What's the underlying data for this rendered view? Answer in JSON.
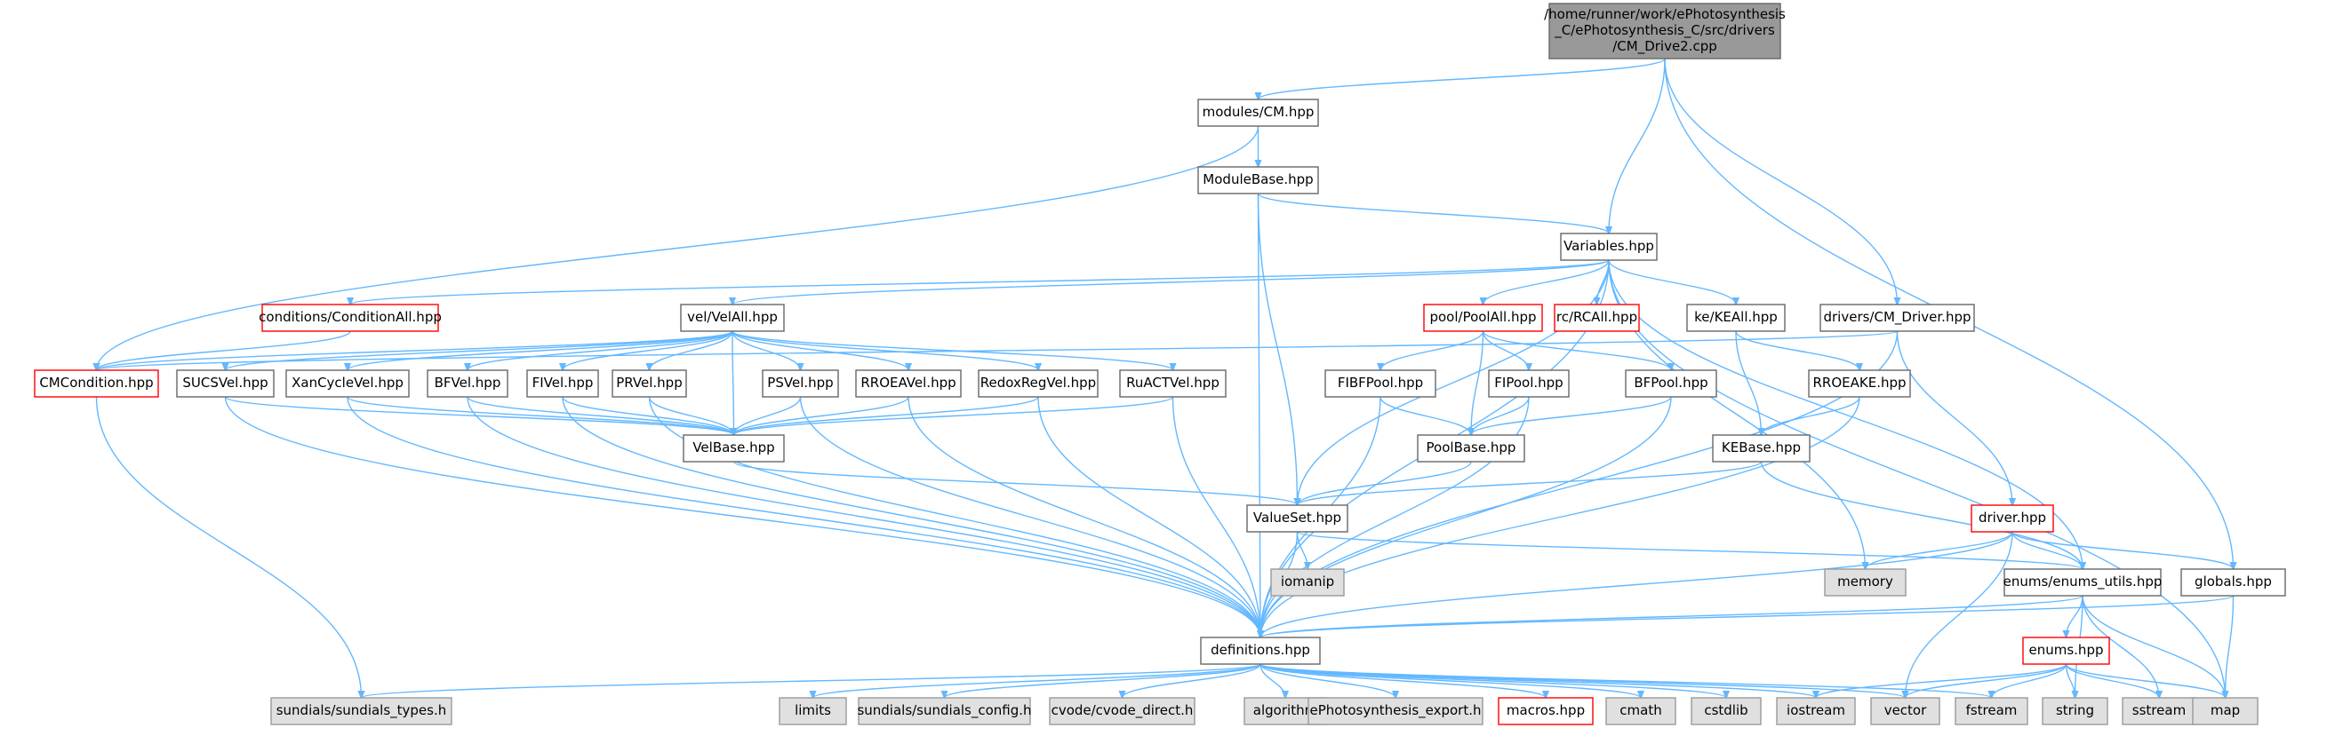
{
  "colors": {
    "edge": "#63b8ff",
    "root_fill": "#999999",
    "node_fill": "#ffffff",
    "node_border": "#666666",
    "missing_border": "#ff0000",
    "system_fill": "#e0e0e0",
    "system_border": "#999999"
  },
  "nodes": [
    {
      "id": "root",
      "lines": [
        "/home/runner/work/ePhotosynthesis",
        "_C/ePhotosynthesis_C/src/drivers",
        "/CM_Drive2.cpp"
      ],
      "kind": "root"
    },
    {
      "id": "modules_cm",
      "lines": [
        "modules/CM.hpp"
      ],
      "kind": "normal"
    },
    {
      "id": "modulebase",
      "lines": [
        "ModuleBase.hpp"
      ],
      "kind": "normal"
    },
    {
      "id": "variables",
      "lines": [
        "Variables.hpp"
      ],
      "kind": "normal"
    },
    {
      "id": "drivers_cm_driver",
      "lines": [
        "drivers/CM_Driver.hpp"
      ],
      "kind": "normal"
    },
    {
      "id": "conditionall",
      "lines": [
        "conditions/ConditionAll.hpp"
      ],
      "kind": "missing"
    },
    {
      "id": "velall",
      "lines": [
        "vel/VelAll.hpp"
      ],
      "kind": "normal"
    },
    {
      "id": "poolall",
      "lines": [
        "pool/PoolAll.hpp"
      ],
      "kind": "missing"
    },
    {
      "id": "rcall",
      "lines": [
        "rc/RCAll.hpp"
      ],
      "kind": "missing"
    },
    {
      "id": "keall",
      "lines": [
        "ke/KEAll.hpp"
      ],
      "kind": "normal"
    },
    {
      "id": "cmcondition",
      "lines": [
        "CMCondition.hpp"
      ],
      "kind": "missing"
    },
    {
      "id": "sucsvel",
      "lines": [
        "SUCSVel.hpp"
      ],
      "kind": "normal"
    },
    {
      "id": "xancyclevel",
      "lines": [
        "XanCycleVel.hpp"
      ],
      "kind": "normal"
    },
    {
      "id": "bfvel",
      "lines": [
        "BFVel.hpp"
      ],
      "kind": "normal"
    },
    {
      "id": "fivel",
      "lines": [
        "FIVel.hpp"
      ],
      "kind": "normal"
    },
    {
      "id": "prvel",
      "lines": [
        "PRVel.hpp"
      ],
      "kind": "normal"
    },
    {
      "id": "psvel",
      "lines": [
        "PSVel.hpp"
      ],
      "kind": "normal"
    },
    {
      "id": "rroeavel",
      "lines": [
        "RROEAVel.hpp"
      ],
      "kind": "normal"
    },
    {
      "id": "redoxregvel",
      "lines": [
        "RedoxRegVel.hpp"
      ],
      "kind": "normal"
    },
    {
      "id": "ruactvel",
      "lines": [
        "RuACTVel.hpp"
      ],
      "kind": "normal"
    },
    {
      "id": "fibfpool",
      "lines": [
        "FIBFPool.hpp"
      ],
      "kind": "normal"
    },
    {
      "id": "fipool",
      "lines": [
        "FIPool.hpp"
      ],
      "kind": "normal"
    },
    {
      "id": "bfpool",
      "lines": [
        "BFPool.hpp"
      ],
      "kind": "normal"
    },
    {
      "id": "rroeake",
      "lines": [
        "RROEAKE.hpp"
      ],
      "kind": "normal"
    },
    {
      "id": "velbase",
      "lines": [
        "VelBase.hpp"
      ],
      "kind": "normal"
    },
    {
      "id": "poolbase",
      "lines": [
        "PoolBase.hpp"
      ],
      "kind": "normal"
    },
    {
      "id": "kebase",
      "lines": [
        "KEBase.hpp"
      ],
      "kind": "normal"
    },
    {
      "id": "valueset",
      "lines": [
        "ValueSet.hpp"
      ],
      "kind": "normal"
    },
    {
      "id": "driver",
      "lines": [
        "driver.hpp"
      ],
      "kind": "missing"
    },
    {
      "id": "iomanip",
      "lines": [
        "iomanip"
      ],
      "kind": "system"
    },
    {
      "id": "memory",
      "lines": [
        "memory"
      ],
      "kind": "system"
    },
    {
      "id": "enums_utils",
      "lines": [
        "enums/enums_utils.hpp"
      ],
      "kind": "normal"
    },
    {
      "id": "globals",
      "lines": [
        "globals.hpp"
      ],
      "kind": "normal"
    },
    {
      "id": "definitions",
      "lines": [
        "definitions.hpp"
      ],
      "kind": "normal"
    },
    {
      "id": "enums",
      "lines": [
        "enums.hpp"
      ],
      "kind": "missing"
    },
    {
      "id": "sundials_types",
      "lines": [
        "sundials/sundials_types.h"
      ],
      "kind": "system"
    },
    {
      "id": "limits",
      "lines": [
        "limits"
      ],
      "kind": "system"
    },
    {
      "id": "sundials_config",
      "lines": [
        "sundials/sundials_config.h"
      ],
      "kind": "system"
    },
    {
      "id": "cvode_direct",
      "lines": [
        "cvode/cvode_direct.h"
      ],
      "kind": "system"
    },
    {
      "id": "algorithm",
      "lines": [
        "algorithm"
      ],
      "kind": "system"
    },
    {
      "id": "ephoto_export",
      "lines": [
        "ePhotosynthesis_export.h"
      ],
      "kind": "system"
    },
    {
      "id": "macros",
      "lines": [
        "macros.hpp"
      ],
      "kind": "missing"
    },
    {
      "id": "cmath",
      "lines": [
        "cmath"
      ],
      "kind": "system"
    },
    {
      "id": "cstdlib",
      "lines": [
        "cstdlib"
      ],
      "kind": "system"
    },
    {
      "id": "iostream",
      "lines": [
        "iostream"
      ],
      "kind": "system"
    },
    {
      "id": "vector",
      "lines": [
        "vector"
      ],
      "kind": "system"
    },
    {
      "id": "fstream",
      "lines": [
        "fstream"
      ],
      "kind": "system"
    },
    {
      "id": "string",
      "lines": [
        "string"
      ],
      "kind": "system"
    },
    {
      "id": "sstream",
      "lines": [
        "sstream"
      ],
      "kind": "system"
    },
    {
      "id": "map",
      "lines": [
        "map"
      ],
      "kind": "system"
    }
  ],
  "edges": [
    [
      "root",
      "modules_cm"
    ],
    [
      "root",
      "variables"
    ],
    [
      "root",
      "drivers_cm_driver"
    ],
    [
      "root",
      "globals"
    ],
    [
      "modules_cm",
      "modulebase"
    ],
    [
      "modules_cm",
      "cmcondition"
    ],
    [
      "modulebase",
      "variables"
    ],
    [
      "modulebase",
      "valueset"
    ],
    [
      "modulebase",
      "definitions"
    ],
    [
      "variables",
      "conditionall"
    ],
    [
      "variables",
      "velall"
    ],
    [
      "variables",
      "poolall"
    ],
    [
      "variables",
      "rcall"
    ],
    [
      "variables",
      "keall"
    ],
    [
      "variables",
      "valueset"
    ],
    [
      "variables",
      "definitions"
    ],
    [
      "variables",
      "memory"
    ],
    [
      "variables",
      "enums_utils"
    ],
    [
      "variables",
      "map"
    ],
    [
      "conditionall",
      "cmcondition"
    ],
    [
      "cmcondition",
      "sundials_types"
    ],
    [
      "velall",
      "cmcondition"
    ],
    [
      "velall",
      "sucsvel"
    ],
    [
      "velall",
      "xancyclevel"
    ],
    [
      "velall",
      "bfvel"
    ],
    [
      "velall",
      "fivel"
    ],
    [
      "velall",
      "prvel"
    ],
    [
      "velall",
      "psvel"
    ],
    [
      "velall",
      "rroeavel"
    ],
    [
      "velall",
      "redoxregvel"
    ],
    [
      "velall",
      "ruactvel"
    ],
    [
      "velall",
      "velbase"
    ],
    [
      "sucsvel",
      "velbase"
    ],
    [
      "sucsvel",
      "definitions"
    ],
    [
      "xancyclevel",
      "velbase"
    ],
    [
      "xancyclevel",
      "definitions"
    ],
    [
      "bfvel",
      "velbase"
    ],
    [
      "bfvel",
      "definitions"
    ],
    [
      "fivel",
      "velbase"
    ],
    [
      "fivel",
      "definitions"
    ],
    [
      "prvel",
      "velbase"
    ],
    [
      "prvel",
      "definitions"
    ],
    [
      "psvel",
      "velbase"
    ],
    [
      "psvel",
      "definitions"
    ],
    [
      "rroeavel",
      "velbase"
    ],
    [
      "rroeavel",
      "definitions"
    ],
    [
      "redoxregvel",
      "velbase"
    ],
    [
      "redoxregvel",
      "definitions"
    ],
    [
      "ruactvel",
      "velbase"
    ],
    [
      "ruactvel",
      "definitions"
    ],
    [
      "velbase",
      "valueset"
    ],
    [
      "poolall",
      "fibfpool"
    ],
    [
      "poolall",
      "fipool"
    ],
    [
      "poolall",
      "bfpool"
    ],
    [
      "poolall",
      "poolbase"
    ],
    [
      "fibfpool",
      "poolbase"
    ],
    [
      "fibfpool",
      "definitions"
    ],
    [
      "fipool",
      "poolbase"
    ],
    [
      "fipool",
      "definitions"
    ],
    [
      "bfpool",
      "poolbase"
    ],
    [
      "bfpool",
      "definitions"
    ],
    [
      "poolbase",
      "valueset"
    ],
    [
      "keall",
      "rroeake"
    ],
    [
      "keall",
      "kebase"
    ],
    [
      "rroeake",
      "kebase"
    ],
    [
      "rroeake",
      "definitions"
    ],
    [
      "kebase",
      "valueset"
    ],
    [
      "kebase",
      "enums_utils"
    ],
    [
      "drivers_cm_driver",
      "cmcondition"
    ],
    [
      "drivers_cm_driver",
      "driver"
    ],
    [
      "drivers_cm_driver",
      "definitions"
    ],
    [
      "driver",
      "memory"
    ],
    [
      "driver",
      "enums_utils"
    ],
    [
      "driver",
      "globals"
    ],
    [
      "driver",
      "definitions"
    ],
    [
      "driver",
      "vector"
    ],
    [
      "valueset",
      "iomanip"
    ],
    [
      "valueset",
      "enums_utils"
    ],
    [
      "valueset",
      "definitions"
    ],
    [
      "enums_utils",
      "definitions"
    ],
    [
      "enums_utils",
      "enums"
    ],
    [
      "enums_utils",
      "string"
    ],
    [
      "enums_utils",
      "sstream"
    ],
    [
      "enums_utils",
      "map"
    ],
    [
      "globals",
      "definitions"
    ],
    [
      "globals",
      "map"
    ],
    [
      "enums",
      "iostream"
    ],
    [
      "enums",
      "vector"
    ],
    [
      "enums",
      "fstream"
    ],
    [
      "enums",
      "string"
    ],
    [
      "enums",
      "sstream"
    ],
    [
      "enums",
      "map"
    ],
    [
      "definitions",
      "sundials_types"
    ],
    [
      "definitions",
      "limits"
    ],
    [
      "definitions",
      "sundials_config"
    ],
    [
      "definitions",
      "cvode_direct"
    ],
    [
      "definitions",
      "algorithm"
    ],
    [
      "definitions",
      "ephoto_export"
    ],
    [
      "definitions",
      "macros"
    ],
    [
      "definitions",
      "cmath"
    ],
    [
      "definitions",
      "cstdlib"
    ],
    [
      "definitions",
      "iostream"
    ],
    [
      "definitions",
      "vector"
    ],
    [
      "definitions",
      "fstream"
    ]
  ]
}
